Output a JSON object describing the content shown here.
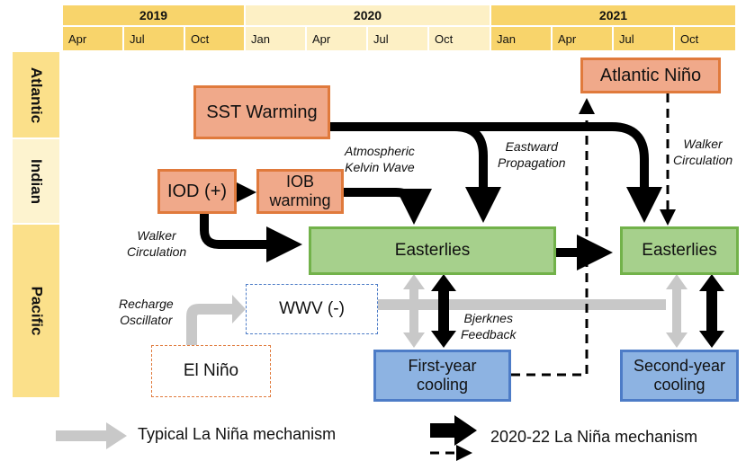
{
  "timeline": {
    "years": [
      {
        "label": "2019",
        "color": "#f8d46b"
      },
      {
        "label": "2020",
        "color": "#fdf0c5"
      },
      {
        "label": "2021",
        "color": "#f8d46b"
      }
    ],
    "months": [
      "Apr",
      "Jul",
      "Oct",
      "Jan",
      "Apr",
      "Jul",
      "Oct",
      "Jan",
      "Apr",
      "Jul",
      "Oct"
    ]
  },
  "basins": [
    {
      "label": "Atlantic",
      "color": "#fbe08a"
    },
    {
      "label": "Indian",
      "color": "#fdf3cf"
    },
    {
      "label": "Pacific",
      "color": "#fbe08a"
    }
  ],
  "boxes": {
    "sst_warming": "SST Warming",
    "iod": "IOD (+)",
    "iob": "IOB\nwarming",
    "atlantic_nino": "Atlantic Niño",
    "easterlies_1": "Easterlies",
    "easterlies_2": "Easterlies",
    "wwv": "WWV (-)",
    "el_nino": "El Niño",
    "first_year": "First-year\ncooling",
    "second_year": "Second-year\ncooling"
  },
  "labels": {
    "atmospheric_kelvin": "Atmospheric\nKelvin Wave",
    "eastward_propagation": "Eastward\nPropagation",
    "walker_right": "Walker\nCirculation",
    "walker_left": "Walker\nCirculation",
    "recharge": "Recharge\nOscillator",
    "bjerknes": "Bjerknes\nFeedback"
  },
  "legend": {
    "typical": "Typical La Niña mechanism",
    "current": "2020-22 La Niña mechanism"
  },
  "colors": {
    "typical_arrow": "#c8c8c8",
    "current_arrow": "#000000"
  }
}
